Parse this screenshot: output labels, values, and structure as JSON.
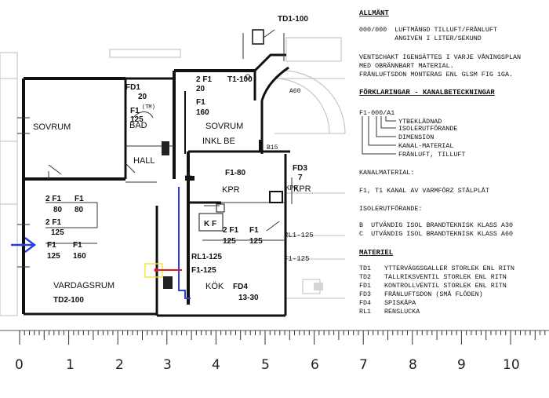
{
  "notes": {
    "heading_general": "ALLMÄNT",
    "general_lines": [
      "000/000  LUFTMÄNGD TILLUFT/FRÅNLUFT",
      "         ANGIVEN I LITER/SEKUND",
      "VENTSCHAKT IGENSÄTTES I VARJE VÅNINGSPLAN",
      "MED OBRÄNNBART MATERIAL.",
      "FRÅNLUFTSDON MONTERAS ENL GLSM FIG 1GA."
    ],
    "heading_legend": "FÖRKLARINGAR - KANALBETECKNINGAR",
    "legend_code": "F1-000/A1",
    "legend_items": [
      "YTBEKLÄDNAD",
      "ISOLERUTFÖRANDE",
      "DIMENSION",
      "KANAL-MATERIAL",
      "FRÅNLUFT, TILLUFT"
    ],
    "heading_material": "KANALMATERIAL:",
    "material_line": "F1, T1 KANAL AV VARMFÖRZ STÅLPLÅT",
    "heading_insulation": "ISOLERUTFÖRANDE:",
    "insulation_lines": [
      "B  UTVÄNDIG ISOL BRANDTEKNISK KLASS A30",
      "C  UTVÄNDIG ISOL BRANDTEKNISK KLASS A60"
    ],
    "heading_materiel": "MATERIEL",
    "materiel_items": [
      {
        "code": "TD1",
        "text": "YTTERVÄGGSGALLER STORLEK ENL RITN"
      },
      {
        "code": "TD2",
        "text": "TALLRIKSVENTIL STORLEK ENL RITN"
      },
      {
        "code": "FD1",
        "text": "KONTROLLVENTIL STORLEK ENL RITN"
      },
      {
        "code": "FD3",
        "text": "FRÅNLUFTSDON (SMÅ FLÖDEN)"
      },
      {
        "code": "FD4",
        "text": "SPISKÅPA"
      },
      {
        "code": "RL1",
        "text": "RENSLUCKA"
      }
    ]
  },
  "plan": {
    "rooms": {
      "sovrum_left": "SOVRUM",
      "sovrum_center": "SOVRUM",
      "hall": "HALL",
      "bad": "BAD",
      "inkl_be": "INKL BE",
      "kpr": "KPR",
      "kok": "KÖK",
      "vardagsrum": "VARDAGSRUM",
      "kpr_right": "KPR"
    },
    "tags": {
      "td1_top": "TD1-100",
      "t1_100": "T1-100",
      "fd1": "FD1",
      "fd1_val": "20",
      "tm": "(TM)",
      "f1_sovrum": "F1",
      "f1_sovrum_val": "125",
      "t2_sovrum": "2 F1",
      "t2_sovrum_val": "20",
      "f1_sovrum2": "F1",
      "f1_sovrum2_val": "160",
      "b15": "B15",
      "f1_80": "F1-80",
      "fd3": "FD3",
      "fd3_val": "7",
      "a60": "A60",
      "bl1_125": "RL1-125",
      "f1_125": "F1-125",
      "rl1_125_right": "RL1-125",
      "f1_125_right": "F1-125",
      "fd4": "FD4",
      "fd4_val": "13-30",
      "td2": "TD2-100",
      "kf": "K F"
    },
    "table_left": {
      "row1": [
        "2 F1",
        "F1"
      ],
      "row1_vals": [
        "80",
        "80"
      ],
      "row2": [
        "2 F1",
        ""
      ],
      "row2_vals": [
        "125",
        ""
      ],
      "row3": [
        "F1",
        "F1"
      ],
      "row3_vals": [
        "125",
        "160"
      ]
    },
    "table_kitchen": {
      "row1": [
        "2 F1",
        "F1"
      ],
      "row1_vals": [
        "125",
        "125"
      ]
    },
    "colors": {
      "duct_blue": "#2b3fe0",
      "marker_red": "#e11b1b",
      "marker_yellow": "#f5e23a"
    }
  },
  "ruler": {
    "numbers": [
      "0",
      "1",
      "2",
      "3",
      "4",
      "5",
      "6",
      "7",
      "8",
      "9",
      "10"
    ]
  }
}
